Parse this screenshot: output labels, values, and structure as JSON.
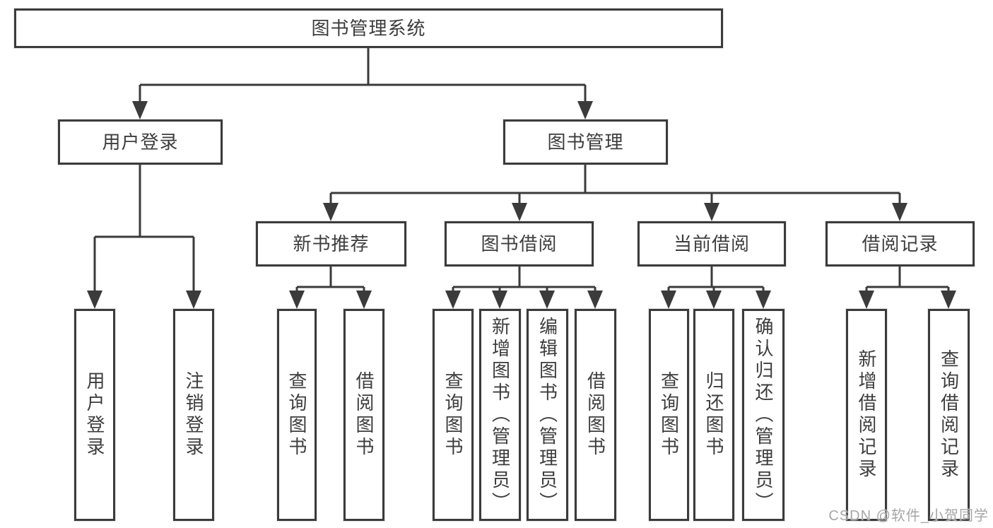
{
  "diagram": {
    "tree": {
      "label": "图书管理系统",
      "children": [
        {
          "label": "用户登录",
          "children": [
            {
              "label": "用户登录"
            },
            {
              "label": "注销登录"
            }
          ]
        },
        {
          "label": "图书管理",
          "children": [
            {
              "label": "新书推荐",
              "children": [
                {
                  "label": "查询图书"
                },
                {
                  "label": "借阅图书"
                }
              ]
            },
            {
              "label": "图书借阅",
              "children": [
                {
                  "label": "查询图书"
                },
                {
                  "label": "新增图书（管理员）"
                },
                {
                  "label": "编辑图书（管理员）"
                },
                {
                  "label": "借阅图书"
                }
              ]
            },
            {
              "label": "当前借阅",
              "children": [
                {
                  "label": "查询图书"
                },
                {
                  "label": "归还图书"
                },
                {
                  "label": "确认归还（管理员）"
                }
              ]
            },
            {
              "label": "借阅记录",
              "children": [
                {
                  "label": "新增借阅记录"
                },
                {
                  "label": "查询借阅记录"
                }
              ]
            }
          ]
        }
      ]
    }
  },
  "watermark": "CSDN @软件_小贺同学",
  "colors": {
    "line": "#3b3b3b",
    "text": "#3d3d3d",
    "background": "#ffffff",
    "watermark": "#a6a6a6"
  }
}
